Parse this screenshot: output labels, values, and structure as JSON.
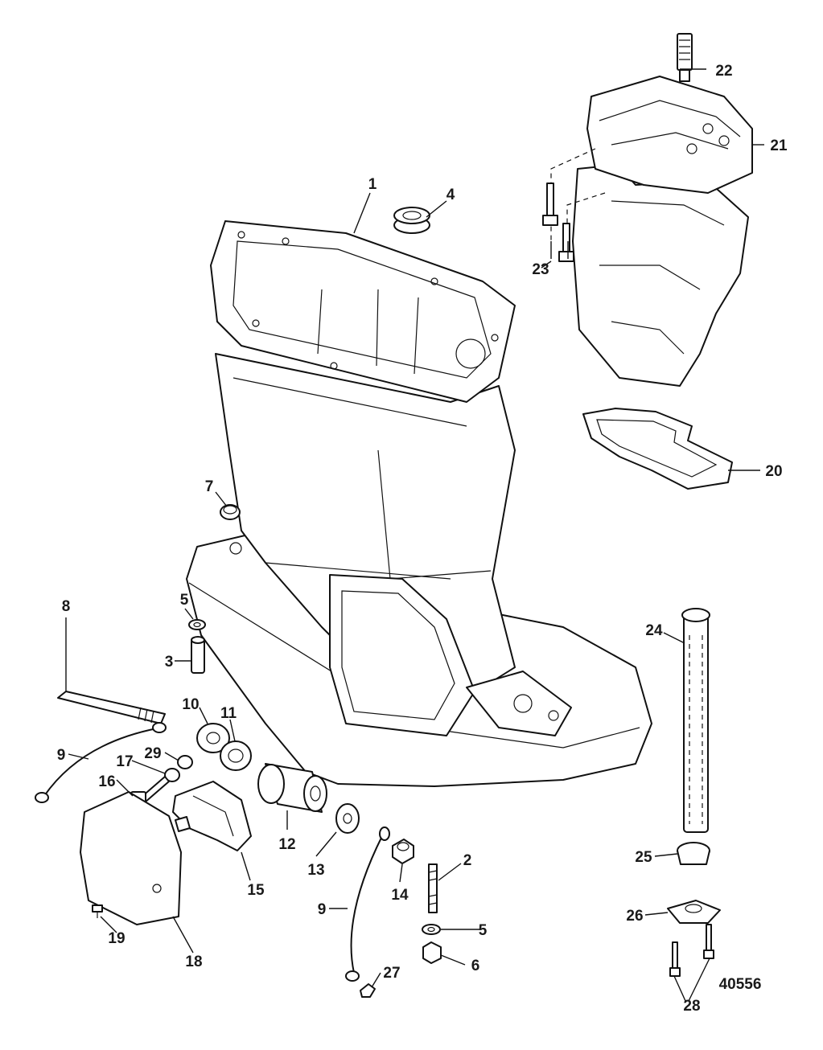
{
  "figure_id": "40556",
  "callouts": {
    "c1": "1",
    "c2": "2",
    "c3": "3",
    "c4": "4",
    "c5a": "5",
    "c5b": "5",
    "c6": "6",
    "c7": "7",
    "c8": "8",
    "c9a": "9",
    "c9b": "9",
    "c10": "10",
    "c11": "11",
    "c12": "12",
    "c13": "13",
    "c14": "14",
    "c15": "15",
    "c16": "16",
    "c17": "17",
    "c18": "18",
    "c19": "19",
    "c20": "20",
    "c21": "21",
    "c22": "22",
    "c23": "23",
    "c24": "24",
    "c25": "25",
    "c26": "26",
    "c27": "27",
    "c28": "28",
    "c29": "29"
  }
}
